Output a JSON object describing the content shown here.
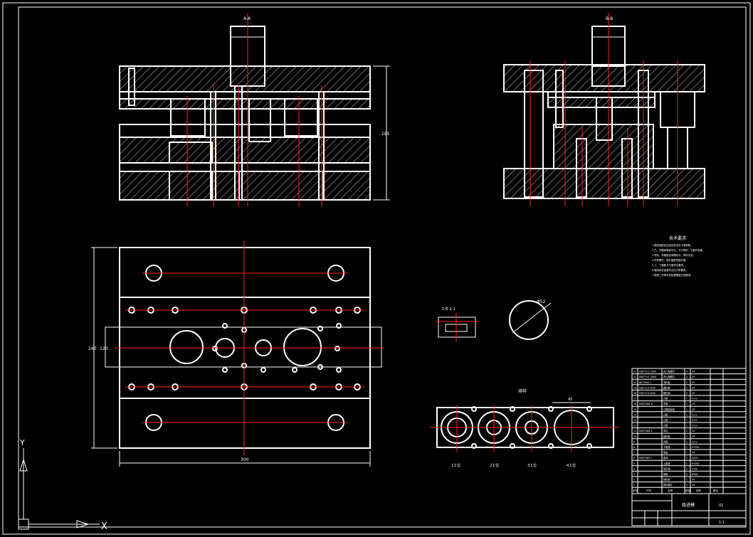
{
  "drawing": {
    "background": "#000000",
    "line_color": "#ffffff",
    "centerline_color": "#ff2020"
  },
  "notes": {
    "title": "技术要求",
    "lines": [
      "1.模具装配后应运动灵活无卡滞现象。",
      "2.凸、凹模间隙应均匀，刃口锋利，无崩刃现象。",
      "3.导柱、导套配合间隙均匀，滑动灵活。",
      "4.所有螺钉、销钉装配牢固可靠。",
      "5.上、下模座平行度符合要求。",
      "6.模具闭合高度符合压力机要求。",
      "7.模具工作零件热处理硬度达到要求。"
    ]
  },
  "labels": {
    "front_view_mark": "A-A",
    "side_view_mark": "B-B",
    "height_dim": "185",
    "plan_width_dim": "300",
    "plan_height_dim": "240",
    "plan_side_dim": "120",
    "part_label": "排样",
    "detail_label": "工件 1:1",
    "circle_dim": "Φ52",
    "strip_dim": "45",
    "strip_labels": [
      "1工位",
      "2工位",
      "3工位",
      "4工位"
    ]
  },
  "bom": {
    "rows": [
      {
        "no": "22",
        "code": "GB/T70.1-2000",
        "name": "内六角螺钉",
        "qty": "4",
        "mat": "45"
      },
      {
        "no": "21",
        "code": "GB/T70.1-2000",
        "name": "内六角螺钉",
        "qty": "4",
        "mat": "45"
      },
      {
        "no": "20",
        "code": "JB/T7645.1",
        "name": "导料板",
        "qty": "2",
        "mat": "45"
      },
      {
        "no": "19",
        "code": "GB/T119-2000",
        "name": "圆柱销",
        "qty": "2",
        "mat": "45"
      },
      {
        "no": "18",
        "code": "GB/T119-2000",
        "name": "圆柱销",
        "qty": "2",
        "mat": "45"
      },
      {
        "no": "17",
        "code": "",
        "name": "凸模",
        "qty": "1",
        "mat": "Cr12"
      },
      {
        "no": "16",
        "code": "GB/T2861.6",
        "name": "导套",
        "qty": "2",
        "mat": "20"
      },
      {
        "no": "15",
        "code": "",
        "name": "凸模固定板",
        "qty": "1",
        "mat": "45"
      },
      {
        "no": "14",
        "code": "",
        "name": "凸模",
        "qty": "1",
        "mat": "Cr12"
      },
      {
        "no": "13",
        "code": "",
        "name": "凸模",
        "qty": "1",
        "mat": "Cr12"
      },
      {
        "no": "12",
        "code": "",
        "name": "凸模",
        "qty": "1",
        "mat": "Cr12"
      },
      {
        "no": "11",
        "code": "GB/T2861.1",
        "name": "导柱",
        "qty": "2",
        "mat": "20"
      },
      {
        "no": "10",
        "code": "",
        "name": "卸料板",
        "qty": "1",
        "mat": "45"
      },
      {
        "no": "9",
        "code": "",
        "name": "凹模",
        "qty": "1",
        "mat": "Cr12"
      },
      {
        "no": "8",
        "code": "",
        "name": "下模座",
        "qty": "1",
        "mat": "HT200"
      },
      {
        "no": "7",
        "code": "",
        "name": "垫板",
        "qty": "1",
        "mat": "45"
      },
      {
        "no": "6",
        "code": "GB/T2867.1",
        "name": "模柄",
        "qty": "1",
        "mat": "Q235"
      },
      {
        "no": "5",
        "code": "",
        "name": "上模座",
        "qty": "1",
        "mat": "HT200"
      },
      {
        "no": "4",
        "code": "",
        "name": "导正销",
        "qty": "2",
        "mat": "T10A"
      },
      {
        "no": "3",
        "code": "",
        "name": "弹簧",
        "qty": "4",
        "mat": "65Mn"
      },
      {
        "no": "2",
        "code": "",
        "name": "挡料销",
        "qty": "1",
        "mat": "45"
      },
      {
        "no": "1",
        "code": "",
        "name": "卸料螺钉",
        "qty": "4",
        "mat": "45"
      }
    ],
    "header": [
      "序号",
      "代号",
      "名称",
      "数量",
      "材料",
      "备注"
    ]
  },
  "title_block": {
    "title": "级进模",
    "drawing_no": "01",
    "scale": "1:1"
  },
  "ucs": {
    "y_label": "Y",
    "x_label": "X"
  }
}
